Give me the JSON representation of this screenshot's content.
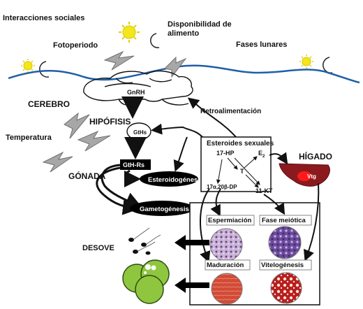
{
  "labels": {
    "interacciones": "Interacciones sociales",
    "disponibilidad_1": "Disponibilidad de",
    "disponibilidad_2": "alimento",
    "fotoperiodo": "Fotoperiodo",
    "fases_lunares": "Fases lunares",
    "gnrh": "GnRH",
    "cerebro": "CEREBRO",
    "retroalimentacion": "Retroalimentación",
    "hipofisis": "HIPÓFISIS",
    "gths": "GtHs",
    "temperatura": "Temperatura",
    "gth_rs": "GtH-Rs",
    "gonada": "GÓNADA",
    "esteroidogenesis": "Esteroidogénesis",
    "gametogenesis": "Gametogénesis",
    "esteroides_sexuales": "Esteroides sexuales",
    "hp17": "17-HP",
    "e2": "E",
    "e2_sub": "2",
    "t": "T",
    "dp": "17α,20β-DP",
    "kt": "11-KT",
    "higado": "HÍGADO",
    "vtg": "Vtg",
    "espermiacion": "Espermiación",
    "fase_meiotica": "Fase meiótica",
    "maduracion": "Maduración",
    "vitelogenesis": "Vitelogénesis",
    "desove": "DESOVE"
  },
  "colors": {
    "water": "#1f5fa8",
    "sun": "#f3e61a",
    "liver": "#8b1a1f",
    "egg": "#8fc63f",
    "tissue_purple": "#5b3c8e",
    "tissue_red": "#c8352b"
  }
}
